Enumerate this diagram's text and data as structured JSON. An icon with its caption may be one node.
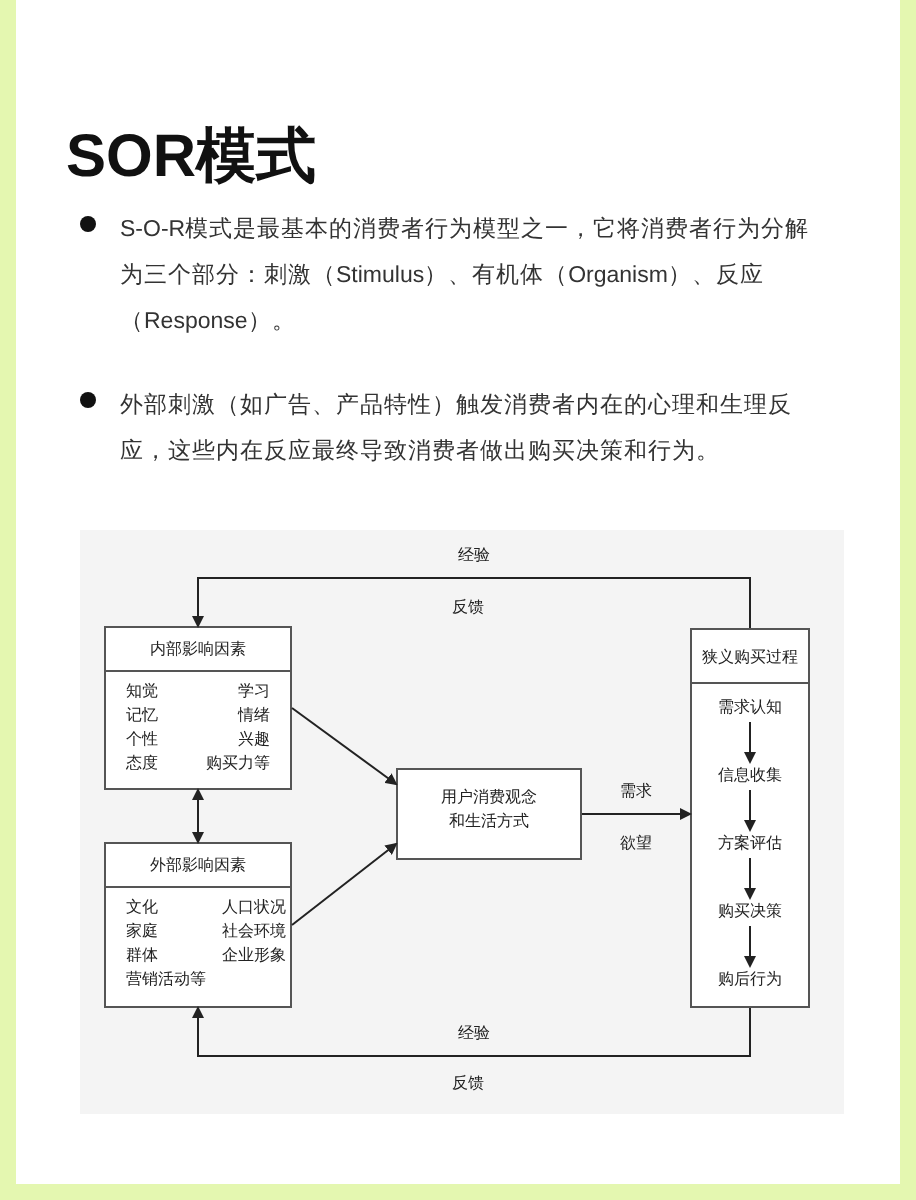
{
  "diagram": {
    "title": "SOR模式",
    "nodes": [
      {
        "text": [
          "内部影响因素",
          "知觉",
          "学习",
          "记忆",
          "情绪",
          "个性",
          "兴趣",
          "态度",
          "购买力等"
        ]
      },
      {
        "text": [
          "外部影响因素",
          "文化",
          "人口状况",
          "家庭",
          "社会环境",
          "群体",
          "企业形象",
          "营销活动等"
        ]
      },
      {
        "text": [
          "用户消费观念和生活方式"
        ]
      },
      {
        "text": [
          "狭义购买过程"
        ]
      },
      {
        "text": [
          "需求认知"
        ],
        "in": 3
      },
      {
        "text": [
          "信息收集"
        ],
        "in": 3
      },
      {
        "text": [
          "方案评估"
        ],
        "in": 3
      },
      {
        "text": [
          "购买决策"
        ],
        "in": 3
      },
      {
        "text": [
          "购后行为"
        ],
        "in": 3
      }
    ],
    "edges": [
      {
        "from": 3,
        "to": 0,
        "arrow": "to",
        "label": "经验"
      },
      {
        "from": 0,
        "to": 1,
        "arrow": "both"
      },
      {
        "from": 0,
        "to": 2,
        "arrow": "to"
      },
      {
        "from": 1,
        "to": 2,
        "arrow": "to"
      },
      {
        "from": 2,
        "to": 3,
        "arrow": "to",
        "label": "需求"
      },
      {
        "from": 4,
        "to": 5,
        "arrow": "to"
      },
      {
        "from": 5,
        "to": 6,
        "arrow": "to"
      },
      {
        "from": 6,
        "to": 7,
        "arrow": "to"
      },
      {
        "from": 7,
        "to": 8,
        "arrow": "to"
      },
      {
        "from": 3,
        "to": 1,
        "arrow": "to",
        "label": "经验"
      }
    ],
    "labels": [
      "S-O-R模式是最基本的消费者行为模型之一，它将消费者行为分解为三个部分：刺激（Stimulus）、有机体（Organism）、反应（Response）。",
      "外部刺激（如广告、产品特性）触发消费者内在的心理和生理反应，这些内在反应最终导致消费者做出购买决策和行为。",
      "反馈",
      "欲望",
      "反馈"
    ]
  }
}
